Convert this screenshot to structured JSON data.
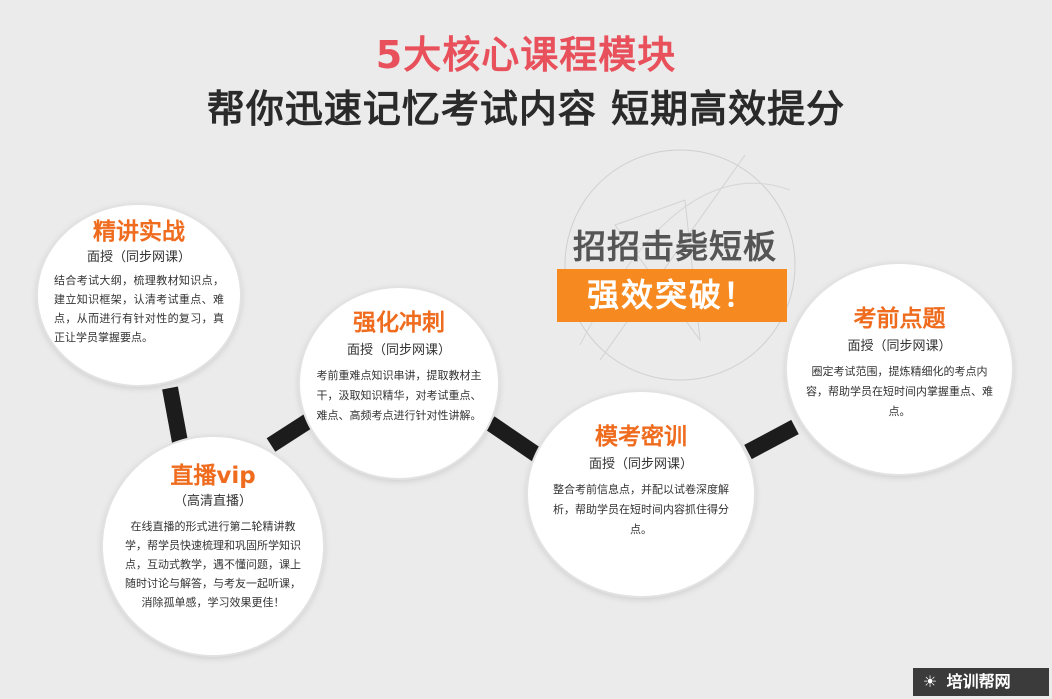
{
  "header": {
    "title": "5大核心课程模块",
    "subtitle": "帮你迅速记忆考试内容 短期高效提分"
  },
  "slogan": {
    "line1": "招招击毙短板",
    "line2": "强效突破！"
  },
  "modules": [
    {
      "title": "精讲实战",
      "subtitle": "面授（同步网课）",
      "description": "结合考试大纲，梳理教材知识点，建立知识框架，认清考试重点、难点，从而进行有针对性的复习，真正让学员掌握要点。"
    },
    {
      "title": "直播vip",
      "subtitle": "（高清直播）",
      "description": "在线直播的形式进行第二轮精讲教学，帮学员快速梳理和巩固所学知识点，互动式教学，遇不懂问题，课上随时讨论与解答，与考友一起听课，消除孤单感，学习效果更佳！"
    },
    {
      "title": "强化冲刺",
      "subtitle": "面授（同步网课）",
      "description": "考前重难点知识串讲，提取教材主干，汲取知识精华，对考试重点、难点、高频考点进行针对性讲解。"
    },
    {
      "title": "模考密训",
      "subtitle": "面授（同步网课）",
      "description": "整合考前信息点，并配以试卷深度解析，帮助学员在短时间内容抓住得分点。"
    },
    {
      "title": "考前点题",
      "subtitle": "面授（同步网课）",
      "description": "圈定考试范围，提炼精细化的考点内容，帮助学员在短时间内掌握重点、难点。"
    }
  ],
  "watermark": {
    "icon": "sun-icon",
    "text": "培训帮网"
  },
  "colors": {
    "title_accent": "#e8505b",
    "module_title": "#ef6c1f",
    "slogan_bg": "#f6891f",
    "connector": "#1c1c1c"
  }
}
